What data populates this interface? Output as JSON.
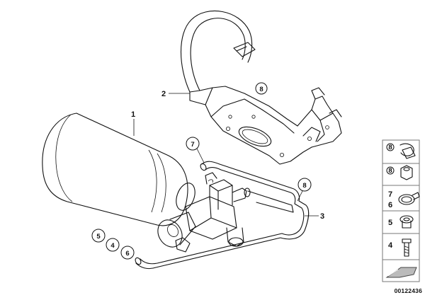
{
  "parts": {
    "p1": "1",
    "p2": "2",
    "p3": "3",
    "p4": "4",
    "p5": "5",
    "p6": "6",
    "p7": "7",
    "p8": "8"
  },
  "legend": [
    "8",
    "8",
    "7",
    "6",
    "5",
    "4"
  ],
  "doc_number": "00122436"
}
